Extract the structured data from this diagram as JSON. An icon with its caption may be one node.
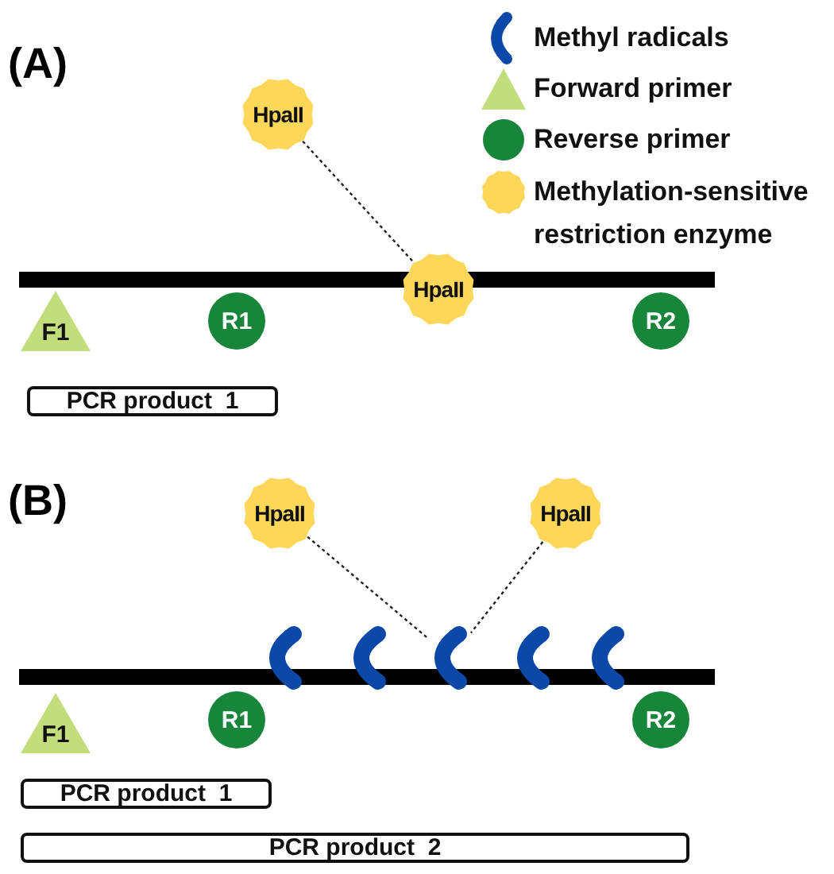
{
  "diagram": {
    "nodes": [
      {
        "text": [
          "HpaII"
        ]
      },
      {
        "text": [
          "HpaII"
        ]
      },
      {
        "text": [
          "F1"
        ]
      },
      {
        "text": [
          "R1"
        ]
      },
      {
        "text": [
          "R2"
        ]
      },
      {
        "text": [
          "PCR product  1"
        ]
      },
      {
        "text": [
          "HpaII"
        ]
      },
      {
        "text": [
          "HpaII"
        ]
      },
      {
        "text": [
          "F1"
        ]
      },
      {
        "text": [
          "R1"
        ]
      },
      {
        "text": [
          "R2"
        ]
      },
      {
        "text": [
          "PCR product  1"
        ]
      },
      {
        "text": [
          "PCR product  2"
        ]
      },
      {
        "text": [],
        "shape": "crescent"
      }
    ],
    "edges": [
      {
        "from": 0,
        "to": 1,
        "arrow": "none",
        "style": "dashed"
      },
      {
        "from": 6,
        "to": 13,
        "arrow": "none",
        "style": "dashed"
      },
      {
        "from": 7,
        "to": 13,
        "arrow": "none",
        "style": "dashed"
      }
    ],
    "labels": [
      "(A)",
      "(B)"
    ],
    "legend": [
      {
        "text": "Methyl radicals"
      },
      {
        "text": "Forward primer"
      },
      {
        "text": "Reverse primer"
      },
      {
        "text": "Methylation-sensitive restriction enzyme"
      }
    ]
  }
}
